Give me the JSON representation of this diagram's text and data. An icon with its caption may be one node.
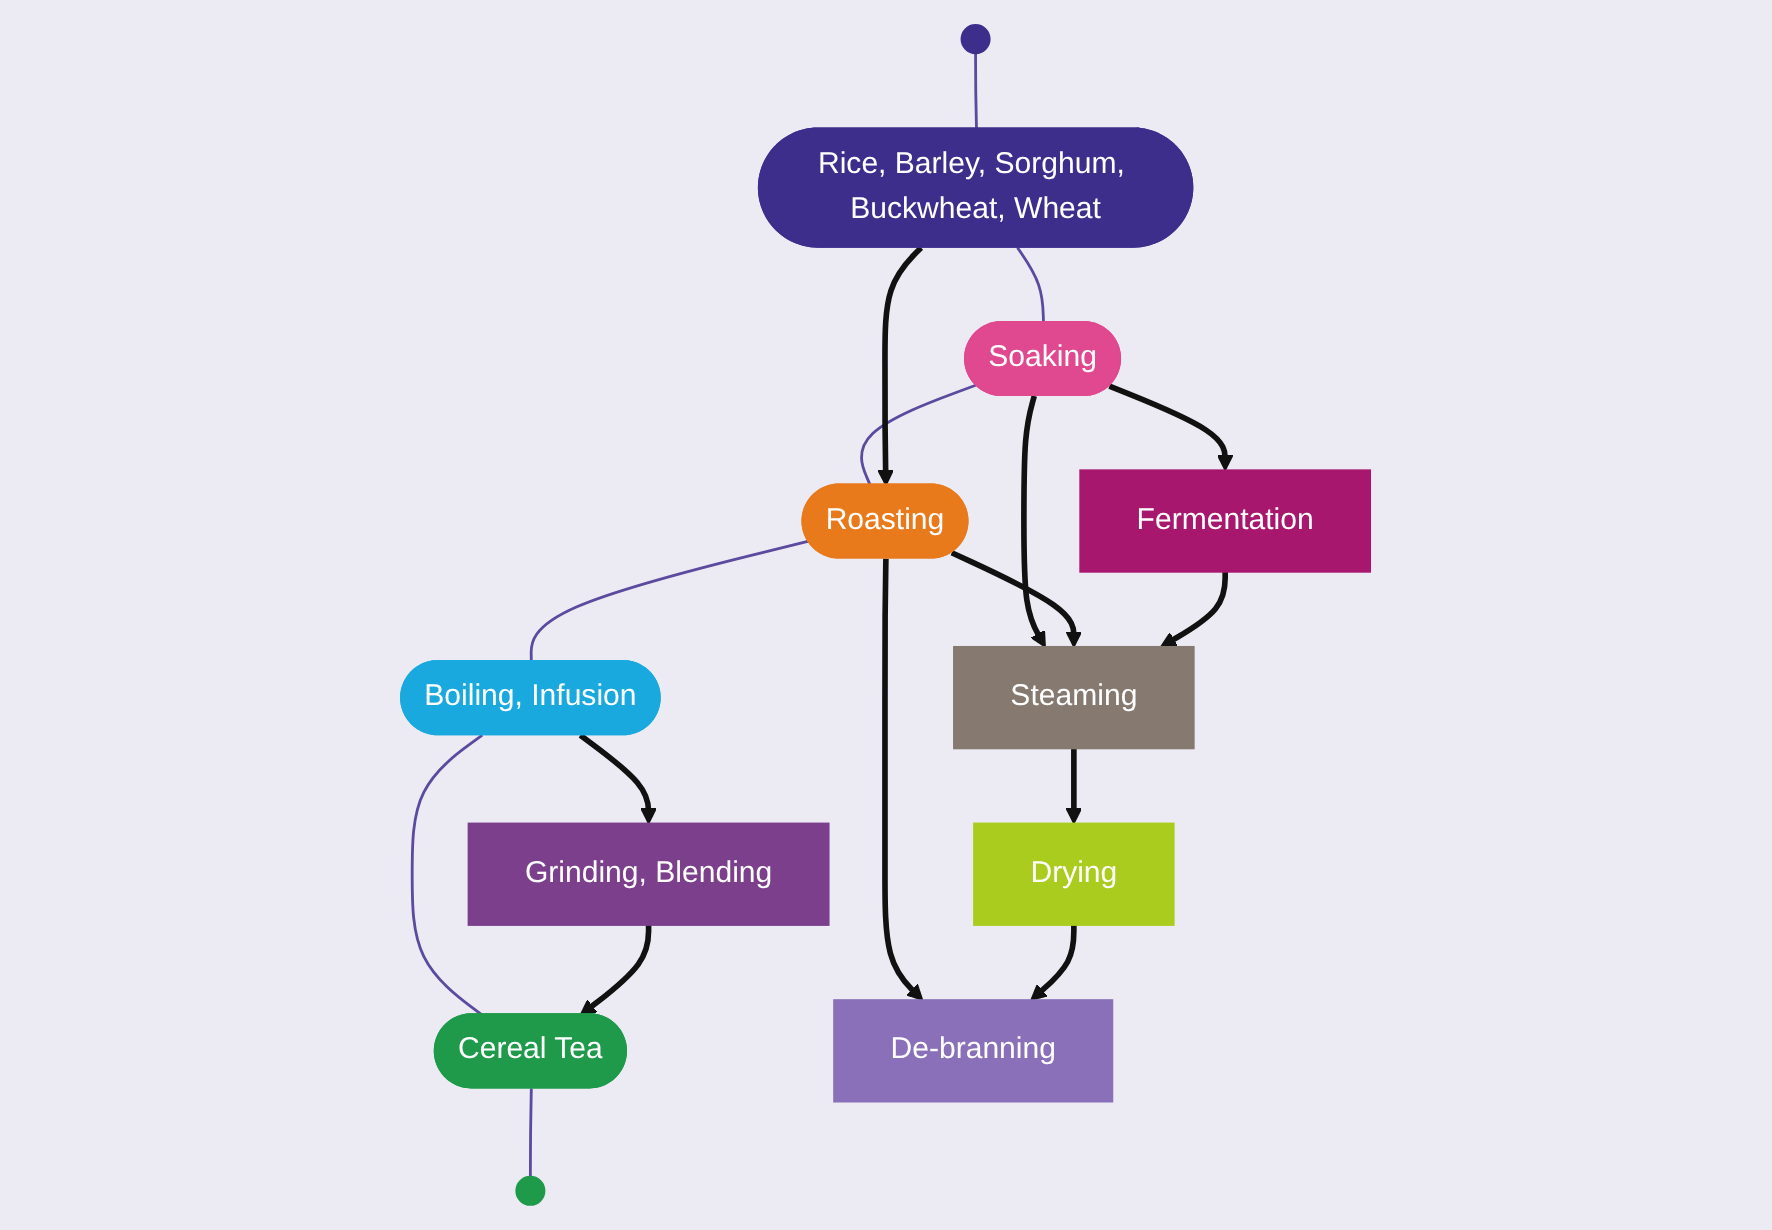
{
  "diagram": {
    "nodes": [
      {
        "text": [],
        "shape": "circle"
      },
      {
        "text": [
          "Rice, Barley, Sorghum, Buckwheat, Wheat"
        ]
      },
      {
        "text": [
          "Soaking"
        ]
      },
      {
        "text": [
          "Roasting"
        ]
      },
      {
        "text": [
          "Boiling, Infusion"
        ]
      },
      {
        "text": [
          "Grinding, Blending"
        ]
      },
      {
        "text": [
          "Cereal Tea"
        ]
      },
      {
        "text": [],
        "shape": "circle"
      },
      {
        "text": [
          "Fermentation"
        ]
      },
      {
        "text": [
          "Steaming"
        ]
      },
      {
        "text": [
          "Drying"
        ]
      },
      {
        "text": [
          "De-branning"
        ]
      }
    ],
    "edges": [
      {
        "from": 0,
        "to": 1,
        "arrow": "none",
        "color": "#5b4a9e"
      },
      {
        "from": 1,
        "to": 2,
        "arrow": "none",
        "color": "#5b4a9e"
      },
      {
        "from": 2,
        "to": 3,
        "arrow": "none",
        "color": "#5b4a9e"
      },
      {
        "from": 3,
        "to": 4,
        "arrow": "none",
        "color": "#5b4a9e"
      },
      {
        "from": 4,
        "to": 6,
        "arrow": "none",
        "color": "#5b4a9e"
      },
      {
        "from": 6,
        "to": 7,
        "arrow": "none",
        "color": "#5b4a9e"
      },
      {
        "from": 1,
        "to": 3,
        "arrow": "to"
      },
      {
        "from": 2,
        "to": 8,
        "arrow": "to"
      },
      {
        "from": 2,
        "to": 9,
        "arrow": "to"
      },
      {
        "from": 3,
        "to": 9,
        "arrow": "to"
      },
      {
        "from": 3,
        "to": 11,
        "arrow": "to"
      },
      {
        "from": 8,
        "to": 9,
        "arrow": "to"
      },
      {
        "from": 9,
        "to": 10,
        "arrow": "to"
      },
      {
        "from": 10,
        "to": 11,
        "arrow": "to"
      },
      {
        "from": 4,
        "to": 5,
        "arrow": "to"
      },
      {
        "from": 5,
        "to": 6,
        "arrow": "to"
      }
    ]
  }
}
